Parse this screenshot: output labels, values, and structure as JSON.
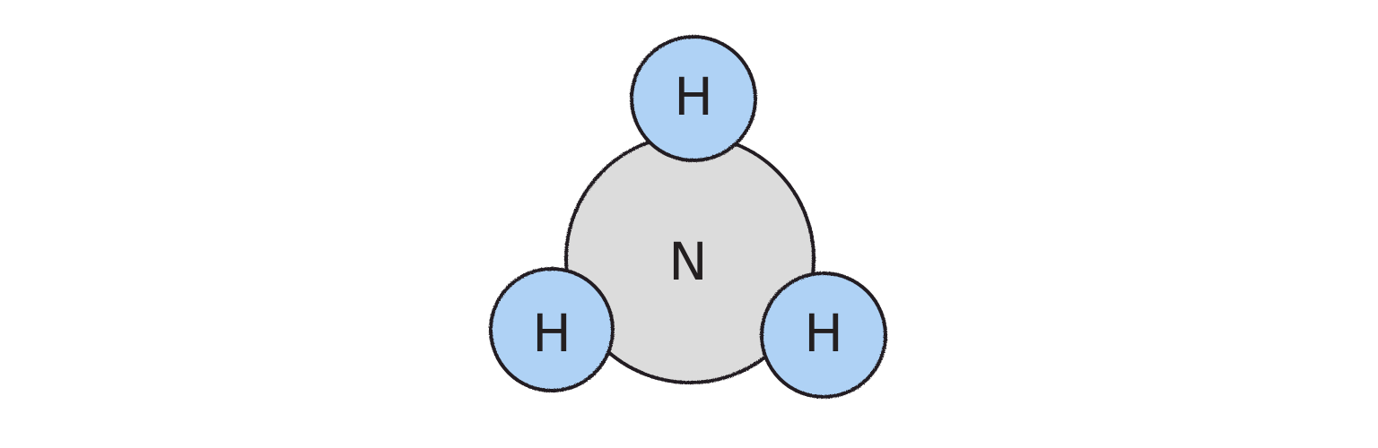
{
  "molecule": {
    "central_atom": {
      "symbol": "N",
      "fill": "#dcdcdc"
    },
    "outer_atoms": [
      {
        "symbol": "H",
        "fill": "#afd2f5"
      },
      {
        "symbol": "H",
        "fill": "#afd2f5"
      },
      {
        "symbol": "H",
        "fill": "#afd2f5"
      }
    ],
    "outline_color": "#231f20"
  }
}
